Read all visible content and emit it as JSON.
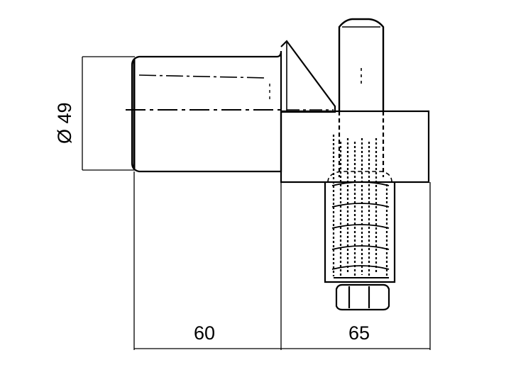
{
  "drawing": {
    "dimensions": {
      "diameter_label": "Ø 49",
      "left_length_label": "60",
      "right_length_label": "65"
    },
    "colors": {
      "ink": "#000000",
      "paper": "#ffffff"
    }
  }
}
